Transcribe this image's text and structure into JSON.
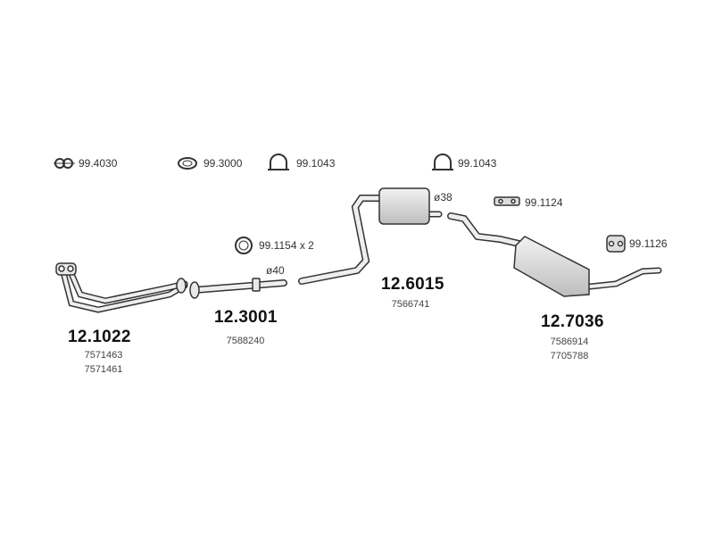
{
  "accessories": [
    {
      "code": "99.4030",
      "icon": "double-ring-clamp-icon"
    },
    {
      "code": "99.3000",
      "icon": "gasket-ring-icon"
    },
    {
      "code": "99.1043",
      "icon": "u-bolt-clamp-icon"
    },
    {
      "code": "99.1043",
      "icon": "u-bolt-clamp-icon"
    },
    {
      "code": "99.1124",
      "icon": "rubber-hanger-icon"
    },
    {
      "code": "99.1154 x 2",
      "icon": "ring-gasket-icon"
    },
    {
      "code": "99.1126",
      "icon": "rubber-mount-icon"
    }
  ],
  "parts": [
    {
      "code": "12.1022",
      "refs": [
        "7571463",
        "7571461"
      ]
    },
    {
      "code": "12.3001",
      "refs": [
        "7588240"
      ]
    },
    {
      "code": "12.6015",
      "refs": [
        "7566741"
      ]
    },
    {
      "code": "12.7036",
      "refs": [
        "7586914",
        "7705788"
      ]
    }
  ],
  "diameters": {
    "middle_pipe": "ø40",
    "middle_muffler": "ø38"
  },
  "colors": {
    "line": "#333333",
    "fill": "#e0e0e0",
    "shade": "#bdbdbd"
  }
}
